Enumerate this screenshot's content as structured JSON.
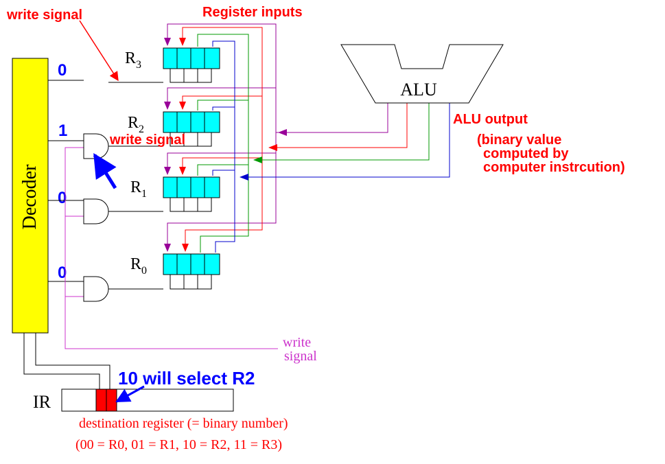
{
  "labels": {
    "write_signal_top": "write signal",
    "register_inputs": "Register inputs",
    "alu": "ALU",
    "alu_output": "ALU output",
    "alu_note_line1": "(binary value",
    "alu_note_line2": "computed by",
    "alu_note_line3": "computer instrcution)",
    "write_signal_mid": "write signal",
    "write_signal_bottom_line1": "write",
    "write_signal_bottom_line2": "signal",
    "decoder": "Decoder",
    "ir": "IR",
    "select_note": "10 will select R2",
    "dest_line1": "destination register (= binary number)",
    "dest_line2": "(00 = R0, 01 = R1, 10 = R2, 11 = R3)"
  },
  "decoder_outputs": [
    "0",
    "1",
    "0",
    "0"
  ],
  "registers": [
    {
      "letter": "R",
      "sub": "3"
    },
    {
      "letter": "R",
      "sub": "2"
    },
    {
      "letter": "R",
      "sub": "1"
    },
    {
      "letter": "R",
      "sub": "0"
    }
  ],
  "colors": {
    "decoder_fill": "#ffff00",
    "register_fill": "#00ffff",
    "bit_purple": "#990099",
    "bit_red": "#ff0000",
    "bit_green": "#009900",
    "bit_blue": "#0000cc",
    "label_red": "#ff0000",
    "label_blue": "#0000ff",
    "write_magenta": "#cc33cc",
    "ir_selected": "#ff0000"
  }
}
